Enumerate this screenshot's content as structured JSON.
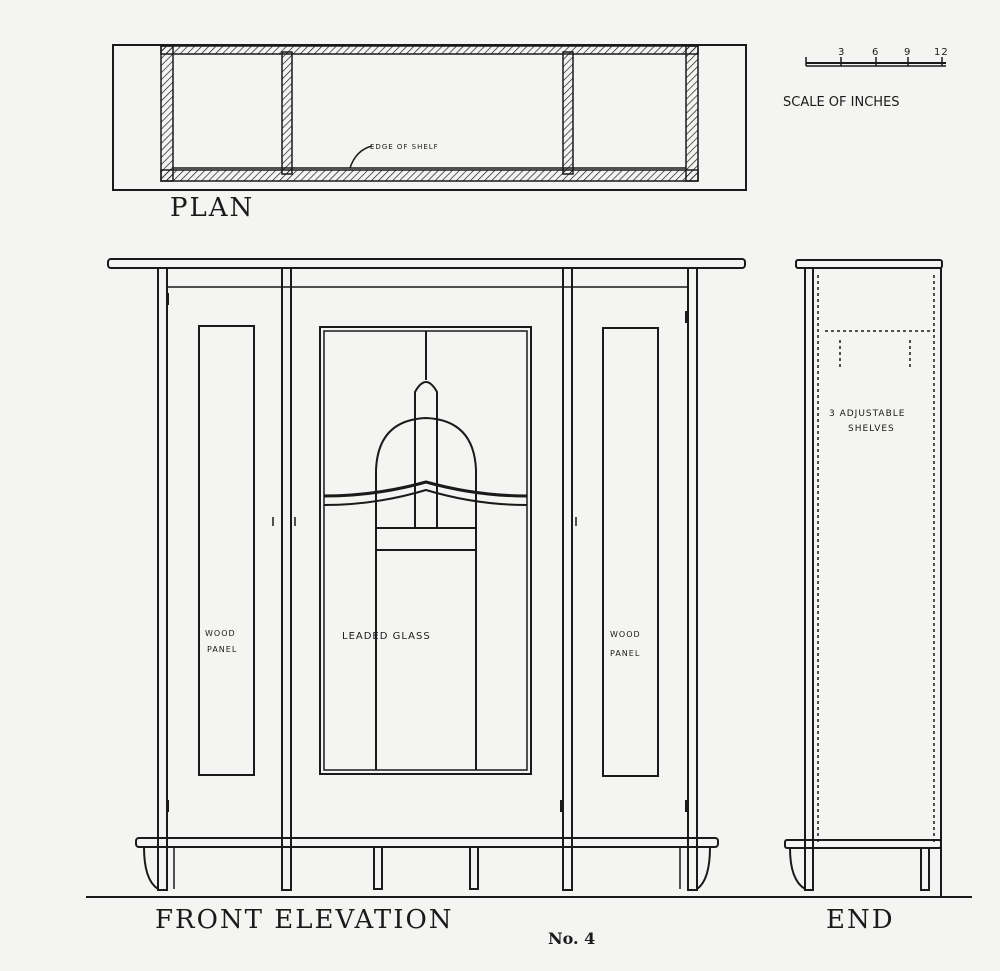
{
  "labels": {
    "plan": "PLAN",
    "front_elevation": "FRONT ELEVATION",
    "end": "END",
    "drawing_number": "No. 4",
    "scale_title": "SCALE OF INCHES",
    "scale_ticks": [
      "3",
      "6",
      "9",
      "12"
    ],
    "plan_note": "EDGE OF SHELF",
    "left_panel": [
      "WOOD",
      "PANEL"
    ],
    "right_panel": [
      "WOOD",
      "PANEL"
    ],
    "center_panel": "LEADED GLASS",
    "shelves_note": [
      "3 ADJUSTABLE",
      "SHELVES"
    ]
  }
}
